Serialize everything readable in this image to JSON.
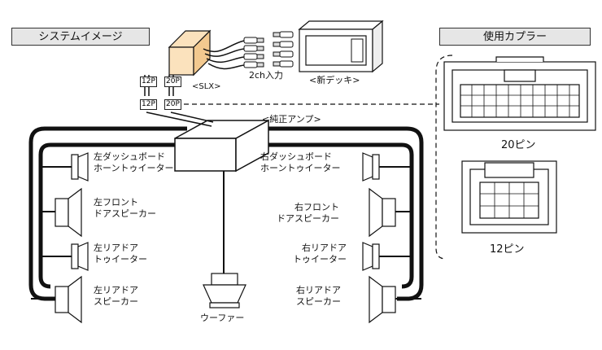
{
  "system_image": {
    "title": "システムイメージ",
    "amp_label": "<純正アンプ>",
    "slx_label": "<SLX>",
    "deck_label": "<新デッキ>",
    "input_label": "2ch入力",
    "connector_12p": "12P",
    "connector_20p": "20P",
    "speakers": {
      "left_dash_tweeter": [
        "左ダッシュボード",
        "ホーントゥイーター"
      ],
      "right_dash_tweeter": [
        "右ダッシュボード",
        "ホーントゥイーター"
      ],
      "left_front": [
        "左フロント",
        "ドアスピーカー"
      ],
      "right_front": [
        "右フロント",
        "ドアスピーカー"
      ],
      "left_rear_tweeter": [
        "左リアドア",
        "トゥイーター"
      ],
      "right_rear_tweeter": [
        "右リアドア",
        "トゥイーター"
      ],
      "left_rear_speaker": [
        "左リアドア",
        "スピーカー"
      ],
      "right_rear_speaker": [
        "右リアドア",
        "スピーカー"
      ],
      "woofer": "ウーファー"
    }
  },
  "couplers": {
    "title": "使用カプラー",
    "pin20": "20ピン",
    "pin12": "12ピン"
  }
}
